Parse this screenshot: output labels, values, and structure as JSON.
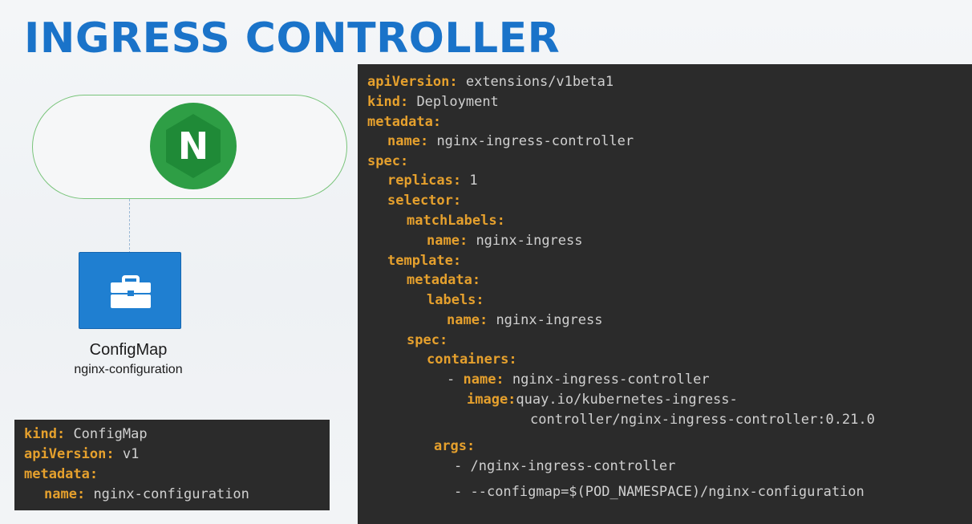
{
  "slide": {
    "title": "INGRESS CONTROLLER"
  },
  "diagram": {
    "logo_icon": "nginx-hexagon-icon",
    "logo_letter": "N",
    "configmap_icon": "briefcase-icon",
    "configmap_label": "ConfigMap",
    "configmap_name": "nginx-configuration",
    "colors": {
      "title": "#1a73c9",
      "pill_border": "#79c47a",
      "nginx_green": "#2e9e45",
      "configmap_blue": "#1f7fd1",
      "yaml_key": "#e5a02d",
      "code_bg": "#2b2b2b"
    }
  },
  "configmap_yaml": [
    {
      "key": "kind:",
      "value": "ConfigMap"
    },
    {
      "key": "apiVersion:",
      "value": "v1"
    },
    {
      "key": "metadata:",
      "value": ""
    },
    {
      "key": "name:",
      "value": "nginx-configuration"
    }
  ],
  "deployment_yaml": [
    {
      "dash": "",
      "key": "apiVersion:",
      "value": "extensions/v1beta1"
    },
    {
      "dash": "",
      "key": "kind:",
      "value": "Deployment"
    },
    {
      "dash": "",
      "key": "metadata:",
      "value": ""
    },
    {
      "dash": "",
      "key": "name:",
      "value": "nginx-ingress-controller"
    },
    {
      "dash": "",
      "key": "spec:",
      "value": ""
    },
    {
      "dash": "",
      "key": "replicas:",
      "value": "1"
    },
    {
      "dash": "",
      "key": "selector:",
      "value": ""
    },
    {
      "dash": "",
      "key": "matchLabels:",
      "value": ""
    },
    {
      "dash": "",
      "key": "name:",
      "value": "nginx-ingress"
    },
    {
      "dash": "",
      "key": "template:",
      "value": ""
    },
    {
      "dash": "",
      "key": "metadata:",
      "value": ""
    },
    {
      "dash": "",
      "key": "labels:",
      "value": ""
    },
    {
      "dash": "",
      "key": "name:",
      "value": "nginx-ingress"
    },
    {
      "dash": "",
      "key": "spec:",
      "value": ""
    },
    {
      "dash": "",
      "key": "containers:",
      "value": ""
    },
    {
      "dash": "- ",
      "key": "name:",
      "value": "nginx-ingress-controller"
    },
    {
      "dash": "",
      "key": "image:",
      "value": "quay.io/kubernetes-ingress-"
    },
    {
      "dash": "",
      "key": "",
      "value": "controller/nginx-ingress-controller:0.21.0"
    },
    {
      "dash": "",
      "key": "args:",
      "value": ""
    },
    {
      "dash": "- ",
      "key": "",
      "value": "/nginx-ingress-controller"
    },
    {
      "dash": "- ",
      "key": "",
      "value": "--configmap=$(POD_NAMESPACE)/nginx-configuration"
    }
  ]
}
